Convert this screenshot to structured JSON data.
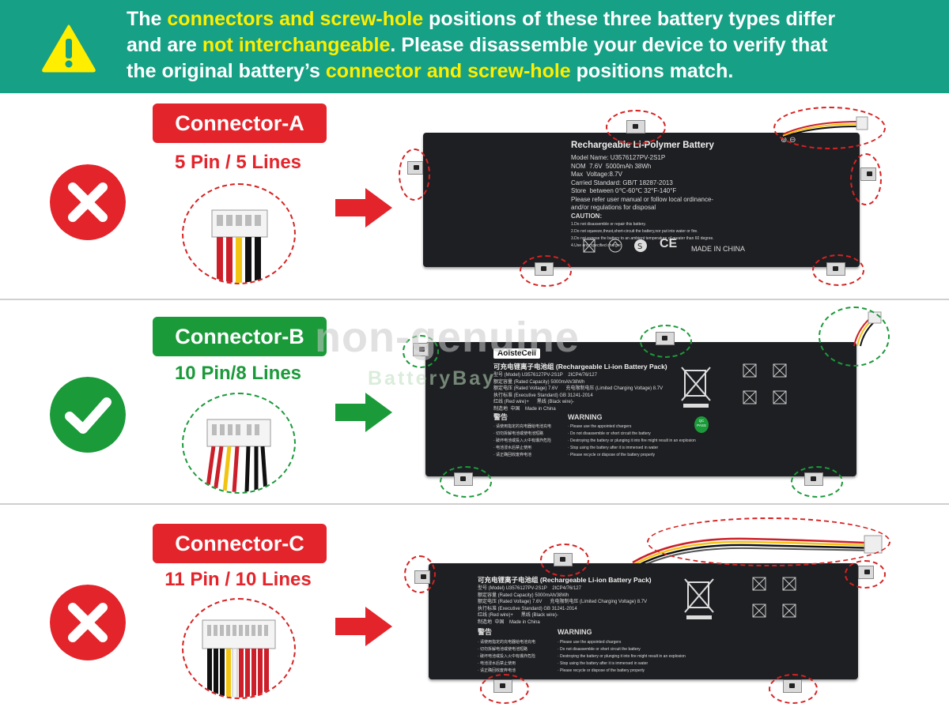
{
  "banner": {
    "line1_a": "The ",
    "line1_hl": "connectors and screw-hole",
    "line1_b": " positions of these three battery types differ",
    "line2_a": "and are ",
    "line2_hl": "not interchangeable",
    "line2_b": ". Please disassemble your device to verify that",
    "line3_a": "the original battery’s ",
    "line3_hl": "connector and screw-hole",
    "line3_b": " positions match."
  },
  "colors": {
    "banner": "#16a085",
    "highlight": "#ffee00",
    "reject": "#e3242b",
    "accept": "#1b9a3a"
  },
  "watermark": {
    "main": "non-genuine",
    "sub": "BatteryBay"
  },
  "rows": [
    {
      "label": "Connector-A",
      "pins": "5 Pin / 5 Lines",
      "status": "x-icon",
      "battery": {
        "title": "Rechargeable Li-Polymer Battery",
        "lines": "Model Name: U3576127PV-2S1P\nNOM  7.6V  5000mAh 38Wh\nMax  Voltage:8.7V\nCarried Standard: GB/T 18287-2013\nStore  between 0℃-60℃ 32°F-140°F\nPlease refer user manual or follow local ordinance-\nand/or regulations for disposal",
        "caution": "CAUTION:",
        "caution_lines": "1.Do not disassemble or repair this battery.\n2.Do not squeeze,thrust,short-circuit the battery,nor put into water or fire.\n3.Do not expose the battery to an ambient temperature of greater than 60 degree.\n4.Use only specified charger.",
        "made_in": "MADE IN CHINA",
        "ce": "CE",
        "polarity": "⊕ ⊖"
      }
    },
    {
      "label": "Connector-B",
      "pins": "10 Pin/8 Lines",
      "status": "check-icon",
      "battery": {
        "logo": "AolsteCell",
        "title": "可充电锂离子电池组 (Rechargeable Li-ion Battery Pack)",
        "lines": "型号 (Model) U3576127PV-2S1P    2ICP4/76/127\n额定容量 (Rated Capacity) 5000mAh/38Wh\n额定电压 (Rated Voltage) 7.6V      充电限制电压 (Limited Charging Voltage) 8.7V\n执行标准 (Executive Standard) GB 31241-2014\n红线 (Red wire)+      黑线 (Black wire)-\n制造地  中国    Made in China",
        "warn_cn": "警告",
        "warn_cn_lines": "· 请使用指定的充电器给电池充电\n· 切勿拆解电池或使电池短路\n· 破坏电池或投入火中有爆炸危险\n· 电池浸水后禁止使用\n· 请正确回收废弃电池",
        "warn_en": "WARNING",
        "warn_en_lines": "· Please use the appointed chargers\n· Do not disassemble or short circuit the battery\n· Destroying the battery or plunging it into fire might result in an explosion\n· Stop using the battery after it is immersed in water\n· Please recycle or dispose of the battery properly",
        "qc": "QC\nPASS"
      }
    },
    {
      "label": "Connector-C",
      "pins": "11 Pin / 10 Lines",
      "status": "x-icon",
      "battery": {
        "title": "可充电锂离子电池组 (Rechargeable Li-ion Battery Pack)",
        "lines": "型号 (Model) U3576127PV-2S1P    2ICP4/76/127\n额定容量 (Rated Capacity) 5000mAh/38Wh\n额定电压 (Rated Voltage) 7.6V      充电限制电压 (Limited Charging Voltage) 8.7V\n执行标准 (Executive Standard) GB 31241-2014\n红线 (Red wire)+      黑线 (Black wire)-\n制造地  中国    Made in China",
        "warn_cn": "警告",
        "warn_cn_lines": "· 请使用指定的充电器给电池充电\n· 切勿拆解电池或使电池短路\n· 破坏电池或投入火中有爆炸危险\n· 电池浸水后禁止使用\n· 请正确回收废弃电池",
        "warn_en": "WARNING",
        "warn_en_lines": "· Please use the appointed chargers\n· Do not disassemble or short circuit the battery\n· Destroying the battery or plunging it into fire might result in an explosion\n· Stop using the battery after it is immersed in water\n· Please recycle or dispose of the battery properly"
      }
    }
  ]
}
